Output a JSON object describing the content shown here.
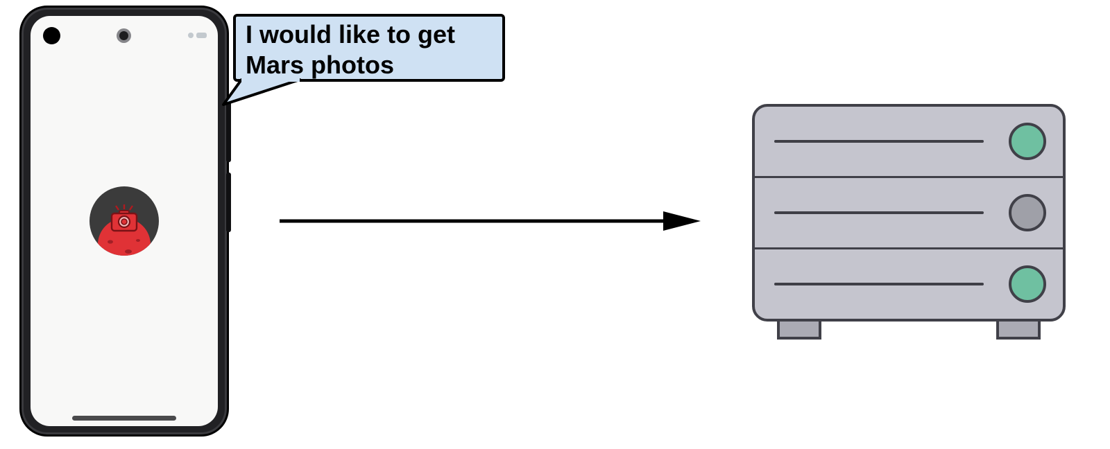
{
  "speech_bubble": {
    "lines": [
      "I would like to get",
      "Mars photos"
    ],
    "bg_color": "#cfe1f3",
    "border_color": "#000000",
    "text_color": "#000000"
  },
  "phone": {
    "frame_color": "#212124",
    "screen_color": "#f8f8f7",
    "app_icon": {
      "name": "mars-camera-app-icon",
      "bg_color": "#3b3b3b",
      "accent_color": "#e03236"
    }
  },
  "arrow": {
    "name": "arrow-right-icon",
    "direction": "right",
    "color": "#000000"
  },
  "server": {
    "name": "server-icon",
    "body_color": "#c5c5ce",
    "border_color": "#404048",
    "indicator_colors": [
      "#6fc0a1",
      "#9fa0a8",
      "#6fc0a1"
    ]
  }
}
